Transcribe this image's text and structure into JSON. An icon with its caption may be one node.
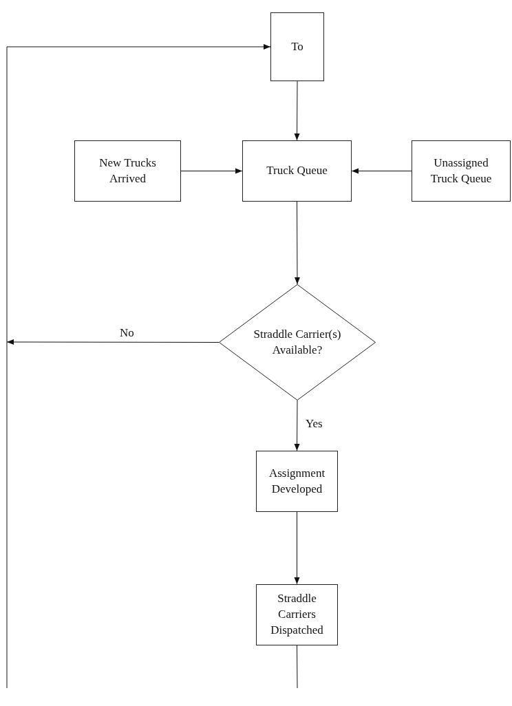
{
  "diagram": {
    "nodes": [
      {
        "text": [
          "To"
        ]
      },
      {
        "text": [
          "New Trucks Arrived"
        ]
      },
      {
        "text": [
          "Truck Queue"
        ]
      },
      {
        "text": [
          "Unassigned Truck Queue"
        ]
      },
      {
        "text": [
          "Straddle Carrier(s) Available?"
        ]
      },
      {
        "text": [
          "Assignment Developed"
        ]
      },
      {
        "text": [
          "Straddle Carriers Dispatched"
        ]
      }
    ],
    "edges": [
      {
        "from": 0,
        "to": 2,
        "arrow": "to"
      },
      {
        "from": 1,
        "to": 2,
        "arrow": "to"
      },
      {
        "from": 3,
        "to": 2,
        "arrow": "to"
      },
      {
        "from": 2,
        "to": 4,
        "arrow": "to"
      },
      {
        "from": 4,
        "to": null,
        "arrow": "to",
        "label": "No"
      },
      {
        "from": null,
        "to": 0,
        "arrow": "to"
      },
      {
        "from": 4,
        "to": 5,
        "arrow": "to",
        "label": "Yes"
      },
      {
        "from": 5,
        "to": 6,
        "arrow": "to"
      },
      {
        "from": 6,
        "to": null,
        "arrow": "none"
      }
    ]
  }
}
